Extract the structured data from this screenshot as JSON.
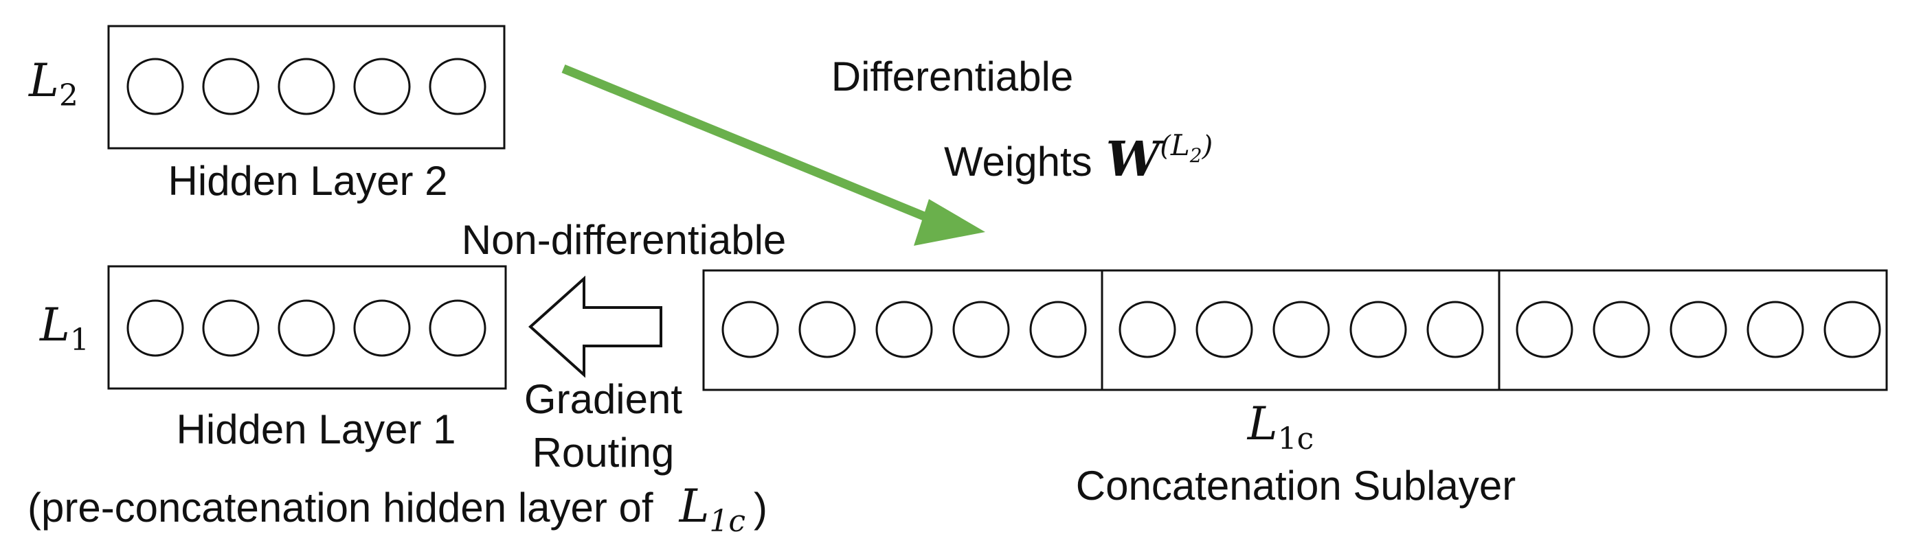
{
  "layer2": {
    "symbol_main": "L",
    "symbol_sub": "2",
    "caption": "Hidden Layer 2",
    "node_count": 5
  },
  "layer1": {
    "symbol_main": "L",
    "symbol_sub": "1",
    "caption": "Hidden Layer 1",
    "subcaption_text": "(pre-concatenation hidden layer of",
    "subcaption_symbol_main": "L",
    "subcaption_symbol_sub": "1c",
    "subcaption_close": ")",
    "node_count": 5
  },
  "concat": {
    "symbol_main": "L",
    "symbol_sub": "1c",
    "caption": "Concatenation Sublayer",
    "segment_count": 3,
    "nodes_per_segment": 5
  },
  "arrows": {
    "differentiable_label": "Differentiable",
    "weights_label": "Weights",
    "weights_symbol": "W",
    "weights_super_open": "(",
    "weights_super_main": "L",
    "weights_super_sub": "2",
    "weights_super_close": ")",
    "non_diff_label": "Non-differentiable",
    "gradient_label_1": "Gradient",
    "gradient_label_2": "Routing"
  },
  "colors": {
    "differentiable_arrow": "#6ab04c",
    "line": "#111111"
  }
}
